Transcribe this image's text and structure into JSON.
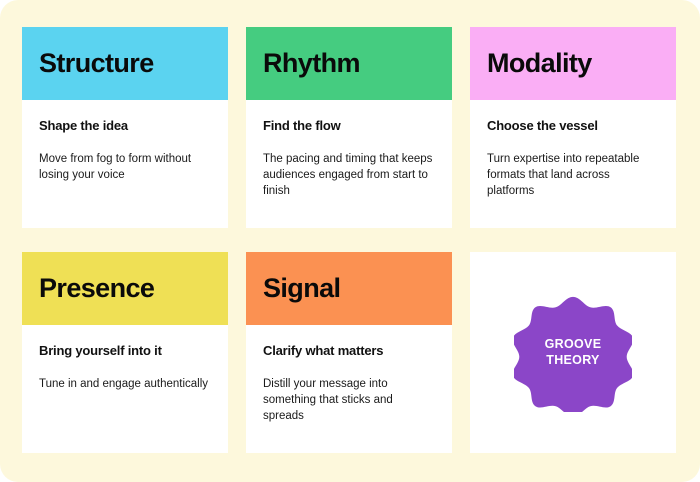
{
  "canvas": {
    "background_color": "#FDF8DC",
    "corner_radius": "18px"
  },
  "cards": [
    {
      "title": "Structure",
      "subtitle": "Shape the idea",
      "body": "Move from fog to form without losing your voice",
      "header_color": "#5BD3F0",
      "title_color": "#0A0A0A"
    },
    {
      "title": "Rhythm",
      "subtitle": "Find the flow",
      "body": "The pacing and timing that keeps audiences engaged from start to finish",
      "header_color": "#45CC80",
      "title_color": "#0A0A0A"
    },
    {
      "title": "Modality",
      "subtitle": "Choose the vessel",
      "body": "Turn expertise into repeatable formats that land across platforms",
      "header_color": "#FAAEF5",
      "title_color": "#0A0A0A"
    },
    {
      "title": "Presence",
      "subtitle": "Bring yourself into it",
      "body": "Tune in and engage authentically",
      "header_color": "#EFE055",
      "title_color": "#0A0A0A"
    },
    {
      "title": "Signal",
      "subtitle": "Clarify what matters",
      "body": "Distill your message into something that sticks and spreads",
      "header_color": "#FB9152",
      "title_color": "#0A0A0A"
    }
  ],
  "badge": {
    "line1": "GROOVE",
    "line2": "THEORY",
    "shape": "scalloped-starburst-12-point",
    "fill_color": "#8B46C8",
    "text_color": "#FFFFFF"
  }
}
